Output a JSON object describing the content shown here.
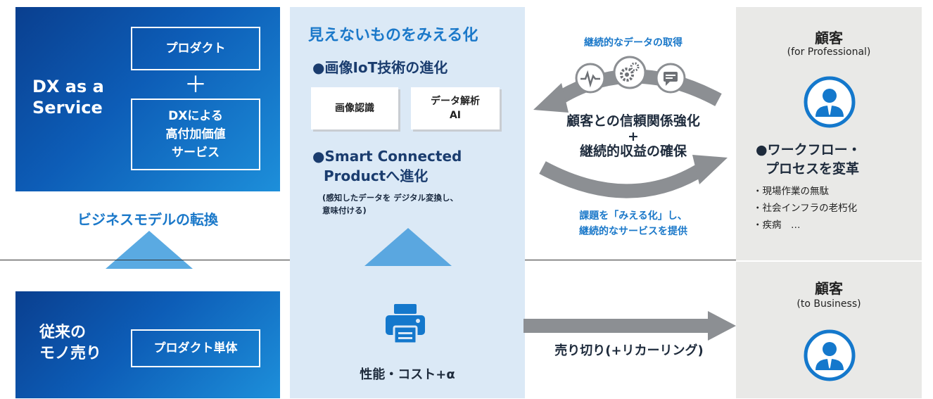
{
  "dx": {
    "title_line1": "DX as a",
    "title_line2": "Service",
    "product_label": "プロダクト",
    "plus": "＋",
    "service_line1": "DXによる",
    "service_line2": "高付加価値",
    "service_line3": "サービス"
  },
  "business_model_shift": "ビジネスモデルの転換",
  "legacy": {
    "title_line1": "従来の",
    "title_line2": "モノ売り",
    "product_alone": "プロダクト単体"
  },
  "middle": {
    "title": "見えないものをみえる化",
    "bullet1": "●画像IoT技術の進化",
    "tag1": "画像認識",
    "tag2_line1": "データ解析",
    "tag2_line2": "AI",
    "bullet2_line1": "●Smart Connected",
    "bullet2_line2": "Productへ進化",
    "note_line1": "(感知したデータを デジタル変換し、",
    "note_line2": "意味付ける)",
    "bottom_label": "性能・コスト+α"
  },
  "cycle": {
    "top_label": "継続的なデータの取得",
    "main_line1": "顧客との信頼関係強化",
    "main_line2": "+",
    "main_line3": "継続的収益の確保",
    "bottom_line1": "課題を「みえる化」し、",
    "bottom_line2": "継続的なサービスを提供"
  },
  "sale_label": "売り切り(+リカーリング)",
  "customer_pro": {
    "title": "顧客",
    "subtitle": "(for Professional)",
    "bullet_line1": "●ワークフロー・",
    "bullet_line2": "プロセスを変革",
    "issues": [
      "・現場作業の無駄",
      "・社会インフラの老朽化",
      "・疾病　…"
    ]
  },
  "customer_biz": {
    "title": "顧客",
    "subtitle": "(to Business)"
  },
  "icons": {
    "cycle": [
      "heartbeat-icon",
      "gears-icon",
      "chat-icon"
    ],
    "printer": "printer-icon",
    "person": "business-person-icon"
  },
  "colors": {
    "primary_blue": "#0d5db7",
    "accent_blue": "#1a78c9",
    "light_panel": "#dbe9f6",
    "grey_panel": "#e9e9e7",
    "arrow_grey": "#8c8f93"
  }
}
